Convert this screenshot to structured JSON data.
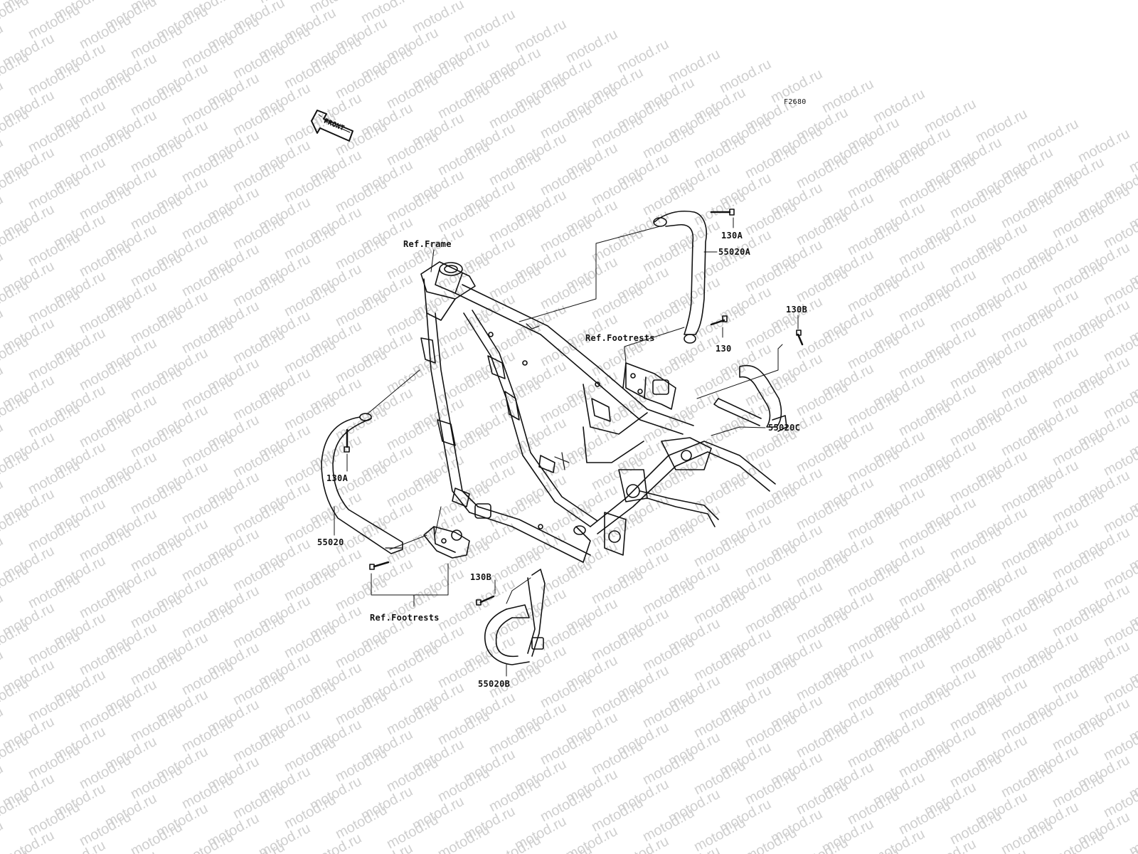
{
  "watermark": {
    "text": "motod.ru"
  },
  "figure_code": "F2680",
  "front_marker": {
    "label": "FRONT"
  },
  "labels": {
    "ref_frame": "Ref.Frame",
    "ref_footrests_right": "Ref.Footrests",
    "ref_footrests_left": "Ref.Footrests",
    "p130a_top": "130A",
    "p55020a": "55020A",
    "p130b_right": "130B",
    "p130": "130",
    "p55020c": "55020C",
    "p130a_left": "130A",
    "p55020": "55020",
    "p130b_bottom": "130B",
    "p55020b": "55020B"
  }
}
